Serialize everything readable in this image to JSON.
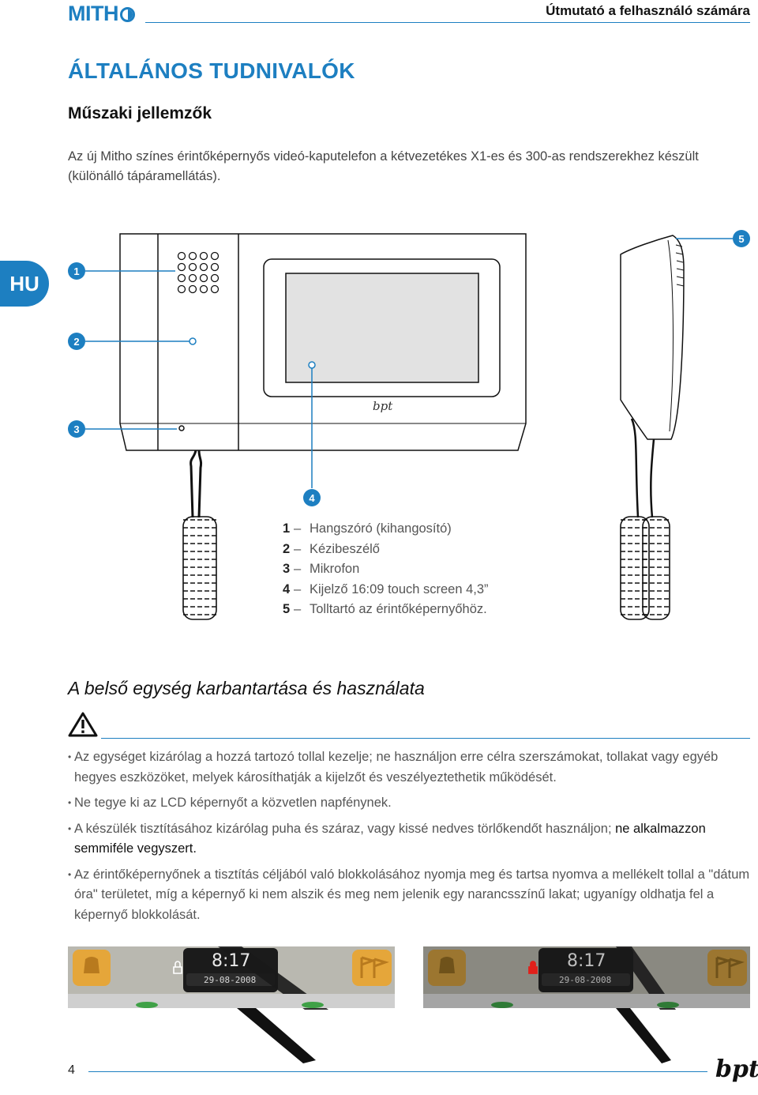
{
  "header": {
    "logo_text": "MITH",
    "title": "Útmutató a felhasználó számára"
  },
  "section_title": "ÁLTALÁNOS TUDNIVALÓK",
  "subsection_title": "Műszaki jellemzők",
  "intro": "Az új Mitho színes érintőképernyős videó-kaputelefon a kétvezetékes  X1-es és 300-as rendszerekhez készült (különálló tápáramellátás).",
  "language_tab": "HU",
  "callouts": [
    "1",
    "2",
    "3",
    "4",
    "5"
  ],
  "device_brand": "bpt",
  "legend": [
    {
      "num": "1",
      "label": "Hangszóró (kihangosító)"
    },
    {
      "num": "2",
      "label": "Kézibeszélő"
    },
    {
      "num": "3",
      "label": "Mikrofon"
    },
    {
      "num": "4",
      "label": "Kijelző 16:09 touch screen 4,3”"
    },
    {
      "num": "5",
      "label": "Tolltartó az érintőképernyőhöz."
    }
  ],
  "maintenance": {
    "title": "A belső egység karbantartása és használata",
    "bullets": [
      {
        "text": "Az egységet kizárólag a hozzá tartozó tollal kezelje; ne használjon erre célra szerszámokat, tollakat vagy egyéb hegyes eszközöket, melyek károsíthatják a kijelzőt és veszélyeztethetik működését.",
        "bold": ""
      },
      {
        "text": "Ne tegye ki az LCD képernyőt a közvetlen napfénynek.",
        "bold": ""
      },
      {
        "text": "A készülék tisztításához kizárólag puha és száraz, vagy kissé nedves törlőkendőt használjon; ",
        "bold": "ne alkalmazzon semmiféle vegyszert."
      },
      {
        "text": "Az érintőképernyőnek a tisztítás céljából való blokkolásához nyomja meg és tartsa nyomva a mellékelt tollal a \"dátum óra\" területet, míg a képernyő ki nem alszik és meg nem jelenik egy narancsszínű lakat; ugyanígy oldhatja fel a képernyő blokkolását.",
        "bold": ""
      }
    ]
  },
  "screens": [
    {
      "time": "8:17",
      "date": "29-08-2008",
      "lock_color": "#ffffff"
    },
    {
      "time": "8:17",
      "date": "29-08-2008",
      "lock_color": "#e0201a"
    }
  ],
  "footer": {
    "page_number": "4",
    "brand": "bpt"
  },
  "colors": {
    "accent": "#1d7fc1"
  }
}
